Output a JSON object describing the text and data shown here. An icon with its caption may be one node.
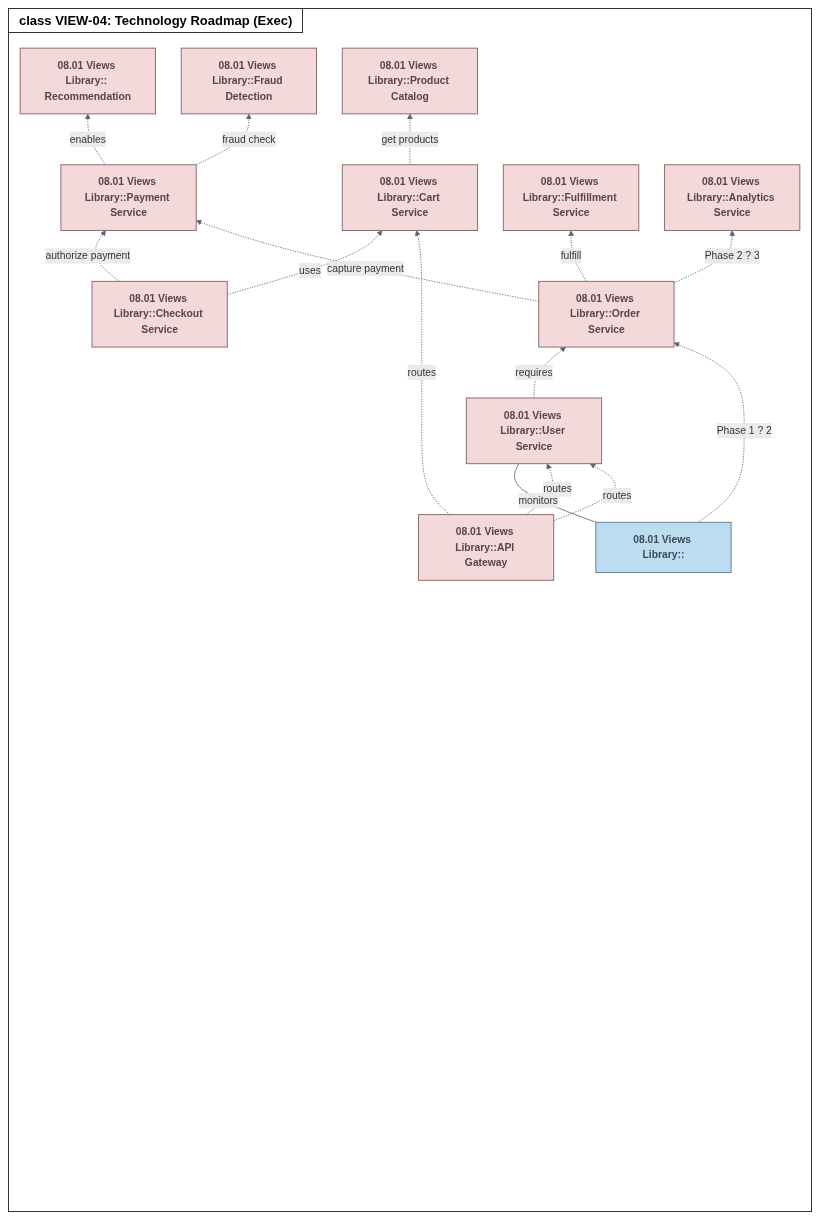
{
  "diagram": {
    "title": "class VIEW-04: Technology Roadmap (Exec)",
    "nodes": [
      {
        "text": [
          "08.01 Views Library::Product Catalog"
        ]
      },
      {
        "text": [
          "08.01 Views Library:: Recommendation"
        ]
      },
      {
        "text": [
          "08.01 Views Library::Fraud Detection"
        ]
      },
      {
        "text": [
          "08.01 Views Library::Cart Service"
        ]
      },
      {
        "text": [
          "08.01 Views Library::Payment Service"
        ]
      },
      {
        "text": [
          "08.01 Views Library::Fulfillment Service"
        ]
      },
      {
        "text": [
          "08.01 Views Library::Analytics Service"
        ]
      },
      {
        "text": [
          "08.01 Views Library::Checkout Service"
        ]
      },
      {
        "text": [
          "08.01 Views Library::Order Service"
        ]
      },
      {
        "text": [
          "08.01 Views Library::User Service"
        ]
      },
      {
        "text": [
          "08.01 Views Library::"
        ]
      },
      {
        "text": [
          "08.01 Views Library::API Gateway"
        ]
      }
    ],
    "edges": [
      {
        "from": 3,
        "to": 0,
        "arrow": "to",
        "label": "get products",
        "style": "dashed"
      },
      {
        "from": 4,
        "to": 1,
        "arrow": "to",
        "label": "enables",
        "style": "dashed"
      },
      {
        "from": 4,
        "to": 2,
        "arrow": "to",
        "label": "fraud check",
        "style": "dashed"
      },
      {
        "from": 7,
        "to": 3,
        "arrow": "to",
        "label": "uses",
        "style": "dashed"
      },
      {
        "from": 7,
        "to": 4,
        "arrow": "to",
        "label": "authorize payment",
        "style": "dashed"
      },
      {
        "from": 8,
        "to": 4,
        "arrow": "to",
        "label": "capture payment",
        "style": "dashed"
      },
      {
        "from": 8,
        "to": 5,
        "arrow": "to",
        "label": "fulfill",
        "style": "dashed"
      },
      {
        "from": 8,
        "to": 6,
        "arrow": "to",
        "label": "Phase 2 ? 3",
        "style": "dashed"
      },
      {
        "from": 9,
        "to": 8,
        "arrow": "to",
        "label": "requires",
        "style": "dashed"
      },
      {
        "from": 10,
        "to": 8,
        "arrow": "to",
        "label": "Phase 1 ? 2",
        "style": "dashed"
      },
      {
        "from": 10,
        "to": 9,
        "arrow": "none",
        "label": "monitors"
      },
      {
        "from": 11,
        "to": 9,
        "arrow": "to",
        "label": "routes",
        "style": "dashed"
      },
      {
        "from": 11,
        "to": 9,
        "arrow": "to",
        "label": "routes",
        "style": "dashed"
      },
      {
        "from": 11,
        "to": 3,
        "arrow": "to",
        "label": "routes",
        "style": "dashed"
      }
    ]
  }
}
